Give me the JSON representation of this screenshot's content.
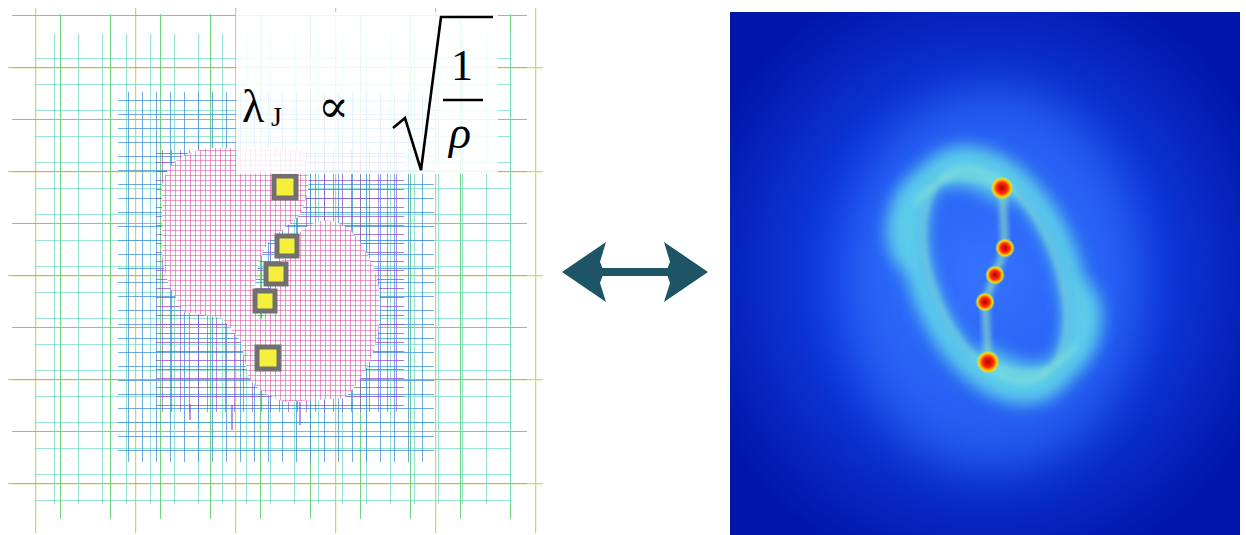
{
  "diagram": {
    "labels": [
      "λ",
      "J",
      "∝",
      "1",
      "ρ"
    ]
  }
}
